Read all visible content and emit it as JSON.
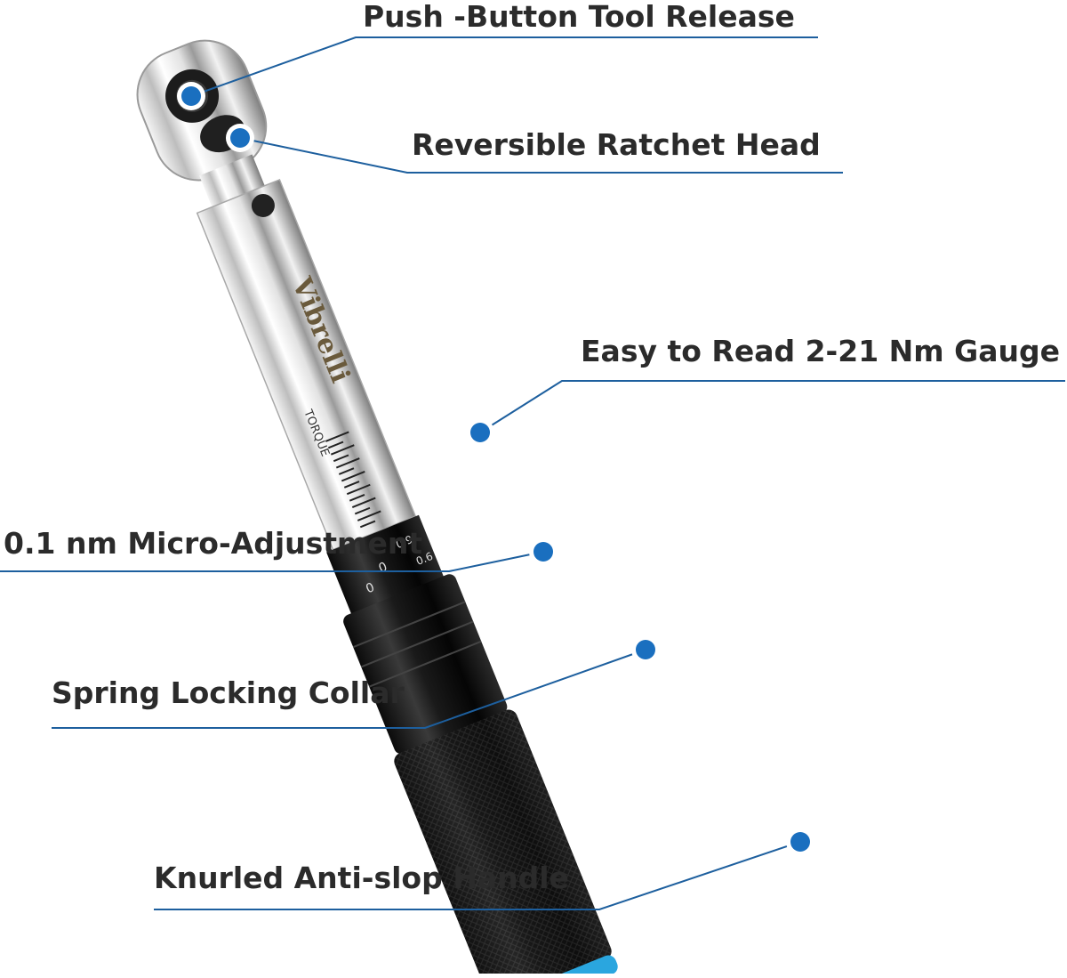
{
  "callouts": [
    {
      "id": "release",
      "label": "Push -Button Tool Release"
    },
    {
      "id": "ratchet",
      "label": "Reversible Ratchet Head"
    },
    {
      "id": "gauge",
      "label": "Easy to Read 2-21 Nm Gauge"
    },
    {
      "id": "micro",
      "label": "0.1 nm Micro-Adjustment"
    },
    {
      "id": "collar",
      "label": "Spring Locking Collar"
    },
    {
      "id": "handle",
      "label": "Knurled Anti-slop Handle"
    }
  ],
  "product": {
    "brand": "Vibrelli",
    "scale_word": "TORQUE",
    "dial_marks": [
      "0",
      "0",
      "0.9",
      "0.6"
    ]
  },
  "colors": {
    "accent": "#1a6fbf",
    "leader_line": "#1d5f9e",
    "label_text": "#2b2b2b",
    "chrome": "#d9d9d9",
    "handle": "#141414",
    "end_cap": "#2aa6df"
  }
}
